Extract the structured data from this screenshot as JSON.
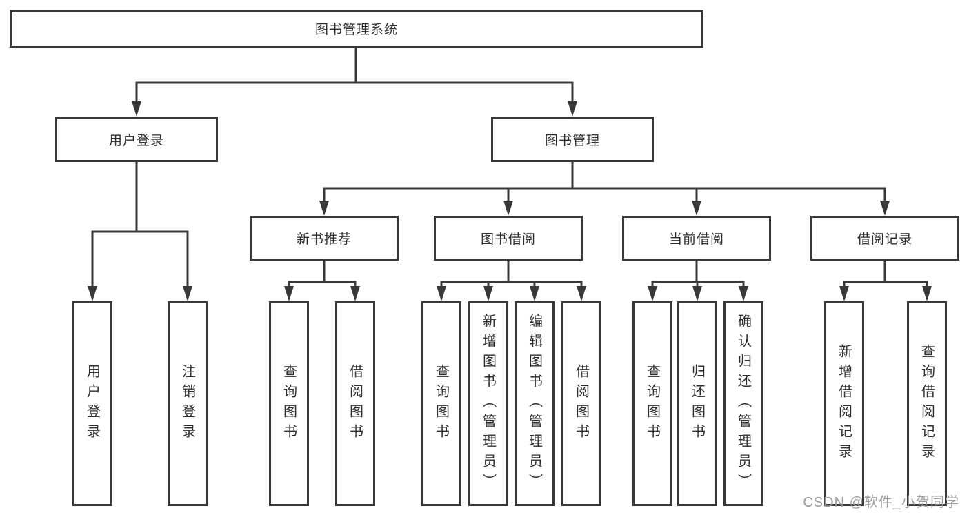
{
  "colors": {
    "line": "#383838",
    "text": "#2e2e2e",
    "watermark": "#9b9b9b",
    "background": "#ffffff"
  },
  "watermark": {
    "text": "CSDN @软件_小贺同学"
  },
  "tree": {
    "root": {
      "label": "图书管理系统"
    },
    "branches": [
      {
        "label": "用户登录",
        "children": [
          {
            "label": "用户登录"
          },
          {
            "label": "注销登录"
          }
        ]
      },
      {
        "label": "图书管理",
        "sections": [
          {
            "label": "新书推荐",
            "children": [
              {
                "label": "查询图书"
              },
              {
                "label": "借阅图书"
              }
            ]
          },
          {
            "label": "图书借阅",
            "children": [
              {
                "label": "查询图书"
              },
              {
                "label": "新增图书（管理员）"
              },
              {
                "label": "编辑图书（管理员）"
              },
              {
                "label": "借阅图书"
              }
            ]
          },
          {
            "label": "当前借阅",
            "children": [
              {
                "label": "查询图书"
              },
              {
                "label": "归还图书"
              },
              {
                "label": "确认归还（管理员）"
              }
            ]
          },
          {
            "label": "借阅记录",
            "children": [
              {
                "label": "新增借阅记录"
              },
              {
                "label": "查询借阅记录"
              }
            ]
          }
        ]
      }
    ]
  }
}
